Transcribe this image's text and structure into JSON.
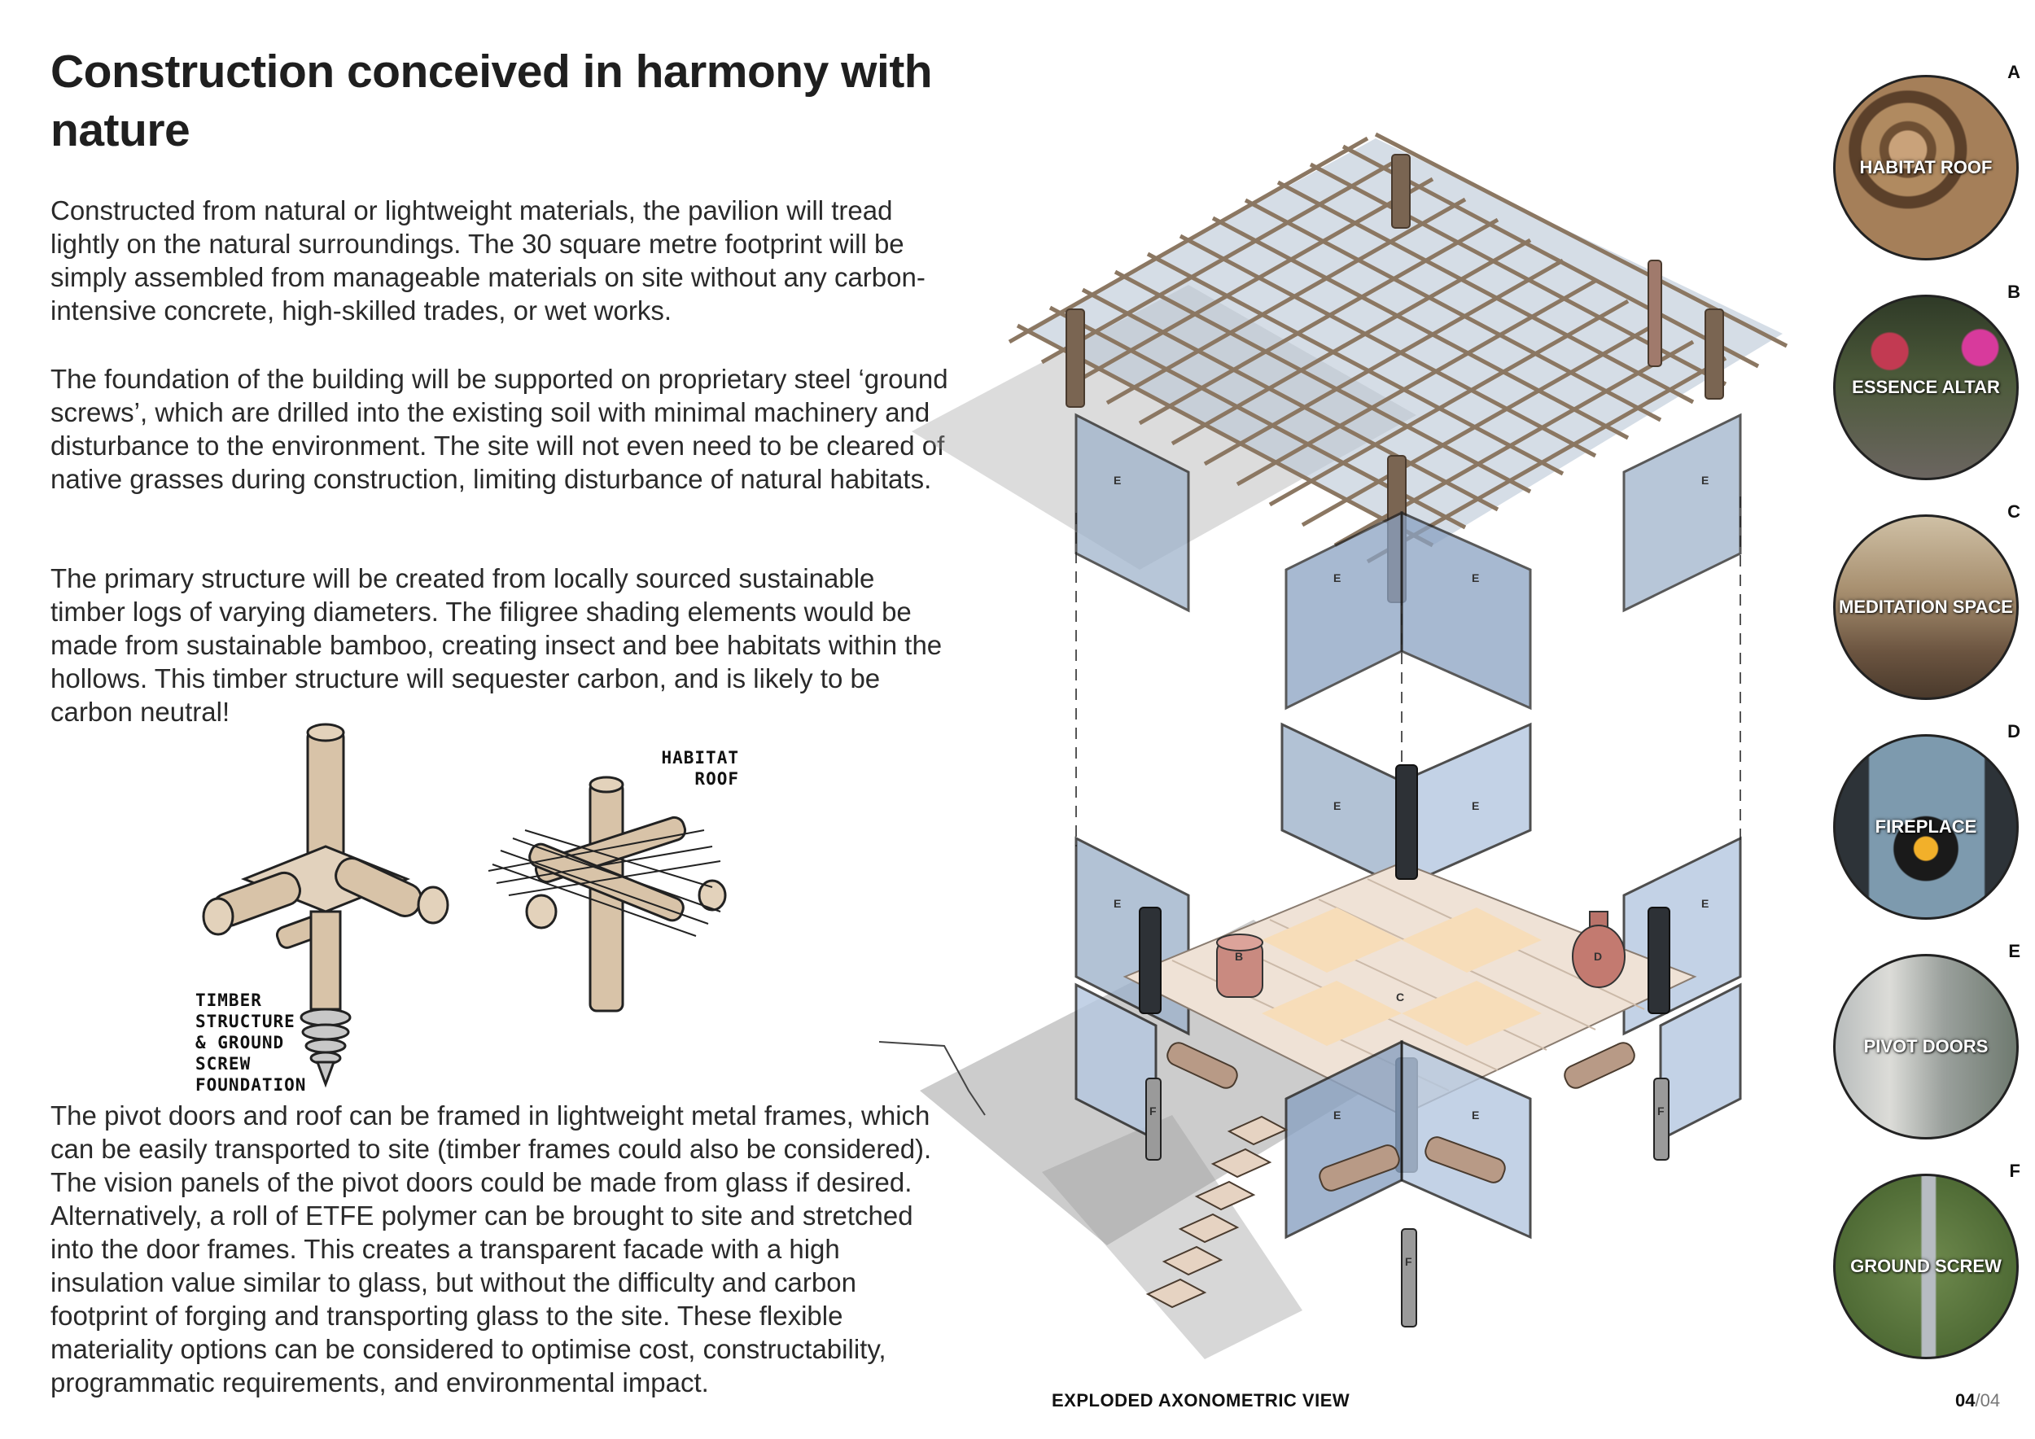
{
  "page": {
    "title": "Construction conceived in harmony with nature",
    "paragraphs": [
      "Constructed from natural or lightweight materials, the pavilion will tread lightly on the natural surroundings. The 30 square metre footprint will be simply assembled from manageable materials on site without any carbon-intensive concrete, high-skilled trades, or wet works.",
      "The foundation of the building will be supported on proprietary steel ‘ground screws’, which are drilled into the existing soil with minimal machinery and disturbance to the environment. The site will not even need to be cleared of native grasses during construction, limiting disturbance of natural habitats.",
      "The primary structure will be created from locally sourced sustainable timber logs of varying diameters. The filigree shading elements would be made from sustainable bamboo, creating insect and bee habitats within the hollows. This timber structure will sequester carbon, and is likely to be carbon neutral!",
      "The pivot doors and roof can be framed in lightweight metal frames, which can be easily transported to site (timber frames could also be considered). The vision panels of the pivot doors could be made from glass if desired. Alternatively, a roll of ETFE polymer can be brought to site and stretched into the door frames. This creates a transparent facade with a high insulation value similar to glass, but without the difficulty and carbon footprint of forging and transporting glass to the site. These flexible materiality options can be considered to optimise cost, constructability, programmatic requirements, and environmental impact."
    ],
    "caption": "EXPLODED AXONOMETRIC VIEW",
    "page_current": "04",
    "page_total": "/04"
  },
  "sketches": {
    "habitat_roof_note": "HABITAT ROOF",
    "timber_note": "TIMBER STRUCTURE & GROUND SCREW FOUNDATION"
  },
  "diagram_tags": {
    "b": "B",
    "c": "C",
    "d": "D",
    "e": "E",
    "f": "F"
  },
  "legend": [
    {
      "letter": "A",
      "label": "HABITAT ROOF",
      "icon": "bamboo-habitat-photo",
      "color": "#8a6a45"
    },
    {
      "letter": "B",
      "label": "ESSENCE ALTAR",
      "icon": "altar-flowers-photo",
      "color": "#4c5a3a"
    },
    {
      "letter": "C",
      "label": "MEDITATION SPACE",
      "icon": "meditation-photo",
      "color": "#8a7257"
    },
    {
      "letter": "D",
      "label": "FIREPLACE",
      "icon": "fireplace-photo",
      "color": "#5d6b78"
    },
    {
      "letter": "E",
      "label": "PIVOT DOORS",
      "icon": "pivot-doors-photo",
      "color": "#9aa09c"
    },
    {
      "letter": "F",
      "label": "GROUND SCREW",
      "icon": "ground-screw-photo",
      "color": "#5b7440"
    }
  ]
}
